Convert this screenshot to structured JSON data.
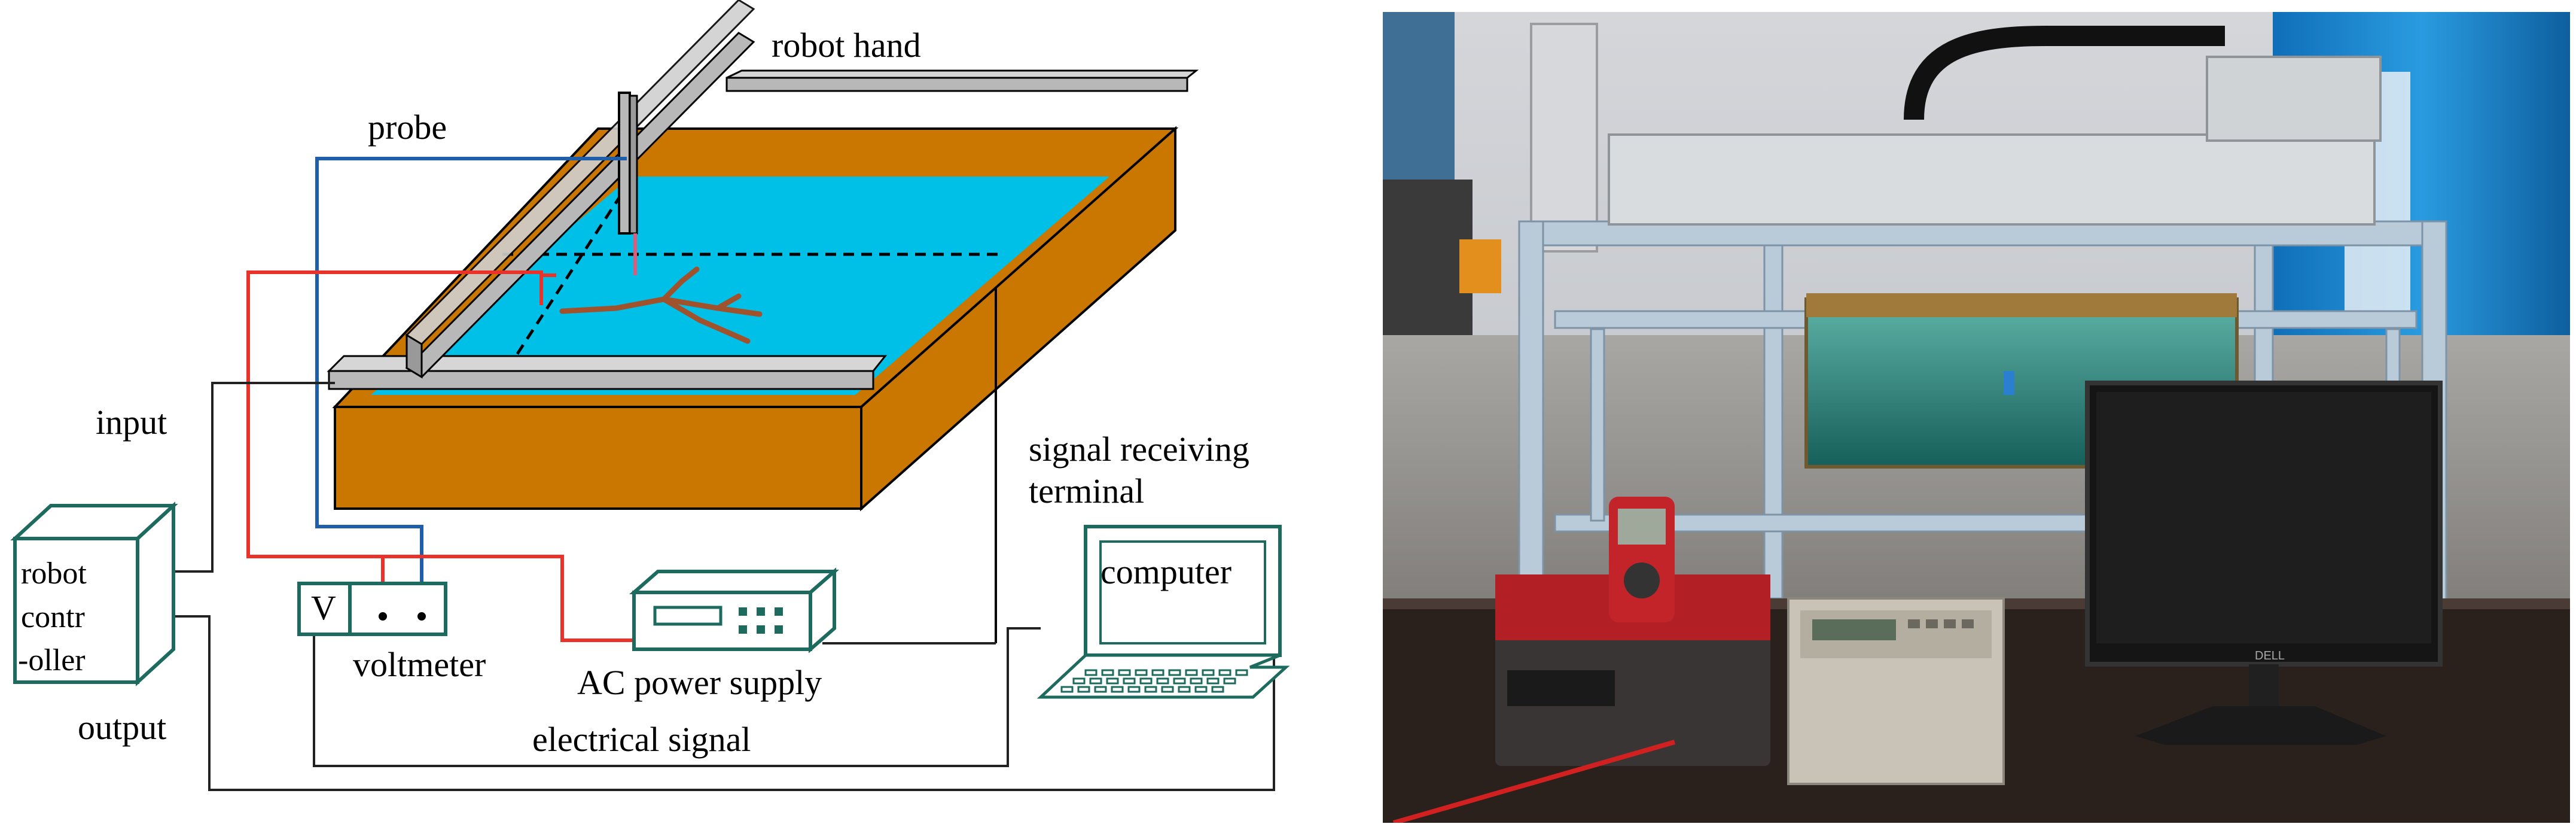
{
  "schematic": {
    "labels": {
      "robot_hand": "robot hand",
      "probe": "probe",
      "input": "input",
      "output": "output",
      "signal_receiving_line1": "signal receiving",
      "signal_receiving_line2": "terminal",
      "computer": "computer",
      "voltmeter": "voltmeter",
      "voltmeter_symbol": "V",
      "ac_power_supply": "AC power supply",
      "electrical_signal": "electrical signal",
      "controller_line1": "robot",
      "controller_line2": "contr",
      "controller_line3": "-oller"
    },
    "colors": {
      "tank_wood": "#c97700",
      "tank_water": "#00c0e8",
      "rail": "#b8b8b8",
      "wire_red": "#e8322a",
      "wire_blue": "#1f5ea8",
      "wire_black": "#222222",
      "equipment_teal": "#1d6b5e",
      "crack_brown": "#a0522d"
    }
  },
  "photo": {
    "description_icon": "laboratory-photo",
    "monitor_brand": "DELL",
    "colors": {
      "wall": "#c9ccd2",
      "curtain": "#1a82c9",
      "frame": "#b9cbd9",
      "desk": "#2a211d",
      "water": "#1e8a7e",
      "multimeter_red": "#c3242a"
    }
  }
}
